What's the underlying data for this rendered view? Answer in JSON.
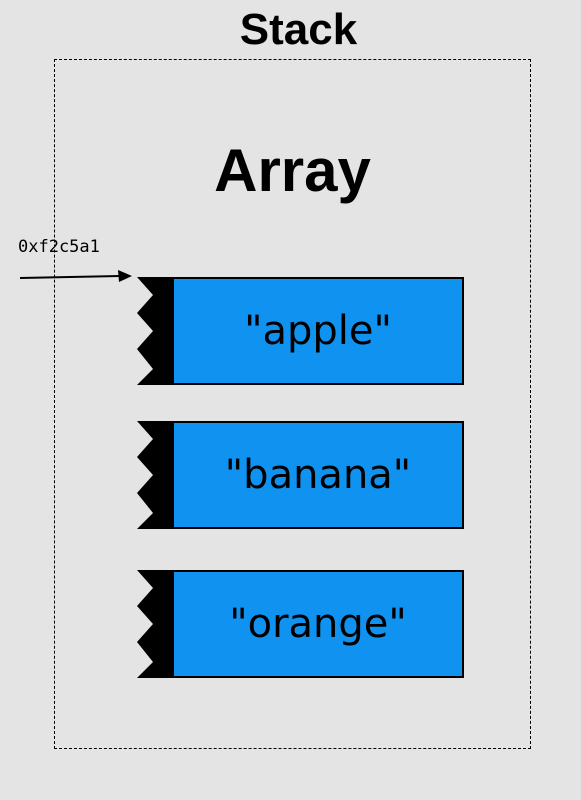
{
  "stack": {
    "title": "Stack"
  },
  "array": {
    "title": "Array",
    "address": "0xf2c5a1",
    "elements": [
      "\"apple\"",
      "\"banana\"",
      "\"orange\""
    ]
  },
  "colors": {
    "background": "#e4e4e4",
    "element_fill": "#0f92f0",
    "outline": "#000000"
  }
}
